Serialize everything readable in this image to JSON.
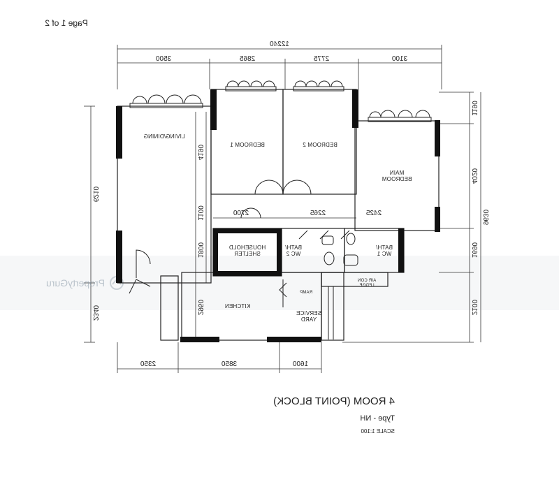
{
  "page": {
    "indicator": "Page 1 of 2"
  },
  "title_block": {
    "title": "4 ROOM (POINT BLOCK)",
    "type": "Type - NH",
    "scale": "SCALE 1:100"
  },
  "watermark": {
    "brand": "PropertyGuru",
    "icon": "propertyguru-logo-icon"
  },
  "rooms": {
    "living_dining": "LIVING/DINING",
    "bedroom1": "BEDROOM 1",
    "bedroom2": "BEDROOM 2",
    "master_line1": "MAIN",
    "master_line2": "BEDROOM",
    "household_line1": "HOUSEHOLD",
    "household_line2": "SHELTER",
    "bath1_line1": "BATH/",
    "bath1_line2": "WC 1",
    "bath2_line1": "BATH/",
    "bath2_line2": "WC 2",
    "kitchen": "KITCHEN",
    "service_line1": "SERVICE",
    "service_line2": "YARD",
    "aircon_line1": "AIR CON",
    "aircon_line2": "LEDGE",
    "ramp": "RAMP"
  },
  "dimensions": {
    "overall": "12240",
    "top": [
      "3100",
      "2775",
      "2865",
      "3500"
    ],
    "bottom": [
      "1600",
      "3850",
      "2350"
    ],
    "mid_row": [
      "2425",
      "2265",
      "2700"
    ],
    "left_overall": "9630",
    "left": [
      "1190",
      "4020",
      "1690",
      "2100"
    ],
    "right_overall": "6210",
    "right_lower": "2340",
    "inner": [
      "4190",
      "1100",
      "1800",
      "2950"
    ]
  }
}
